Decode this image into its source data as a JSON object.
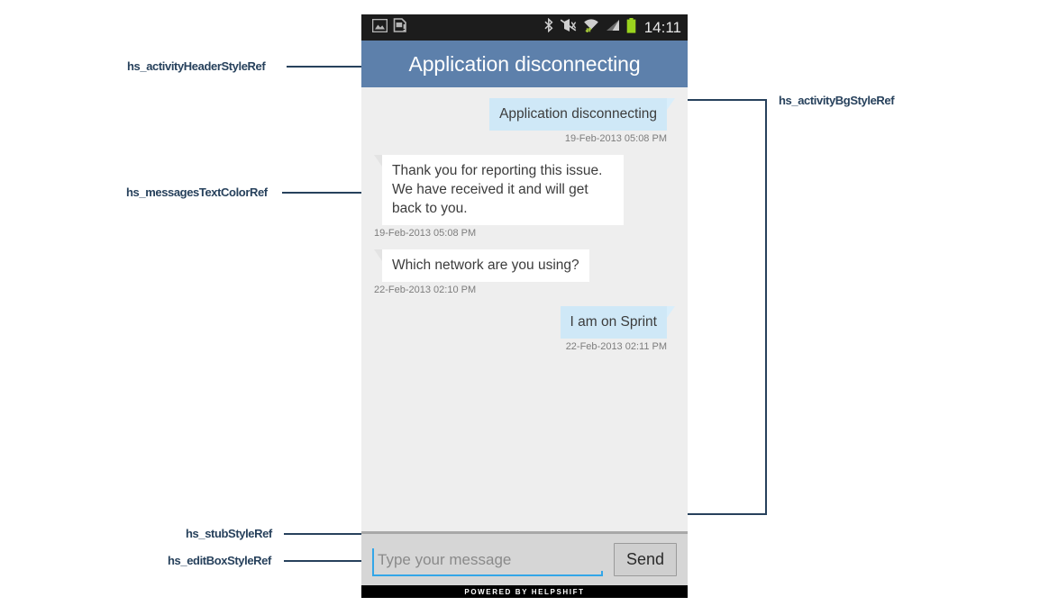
{
  "phone": {
    "statusbar": {
      "icons_left": [
        "image-icon",
        "sim-card-alert-icon"
      ],
      "icons_right": [
        "bluetooth-icon",
        "vibrate-off-icon",
        "wifi-data-icon",
        "cell-signal-icon",
        "battery-full-icon"
      ],
      "clock": "14:11"
    },
    "header": {
      "title": "Application disconnecting"
    },
    "messages": [
      {
        "direction": "out",
        "text": "Application disconnecting",
        "timestamp": "19-Feb-2013 05:08 PM"
      },
      {
        "direction": "in",
        "text": "Thank you for reporting this issue. We have received it and will get back to you.",
        "timestamp": "19-Feb-2013 05:08 PM"
      },
      {
        "direction": "in",
        "text": "Which network are you using?",
        "timestamp": "22-Feb-2013 02:10 PM"
      },
      {
        "direction": "out",
        "text": "I am on Sprint",
        "timestamp": "22-Feb-2013 02:11 PM"
      }
    ],
    "input": {
      "placeholder": "Type your message",
      "value": "",
      "send_label": "Send"
    },
    "footer": {
      "text": "POWERED BY HELPSHIFT"
    }
  },
  "annotations": {
    "left": [
      {
        "label": "hs_activityHeaderStyleRef"
      },
      {
        "label": "hs_messagesTextColorRef"
      },
      {
        "label": "hs_stubStyleRef"
      },
      {
        "label": "hs_editBoxStyleRef"
      }
    ],
    "right": [
      {
        "label": "hs_activityBgStyleRef"
      }
    ]
  },
  "colors": {
    "header_bg": "#5d80ab",
    "activity_bg": "#eeeeee",
    "outgoing_bubble": "#cfe8f7",
    "incoming_bubble": "#ffffff",
    "messages_text": "#3c3c3c",
    "annotation": "#27415c",
    "accent": "#33a6e8"
  }
}
